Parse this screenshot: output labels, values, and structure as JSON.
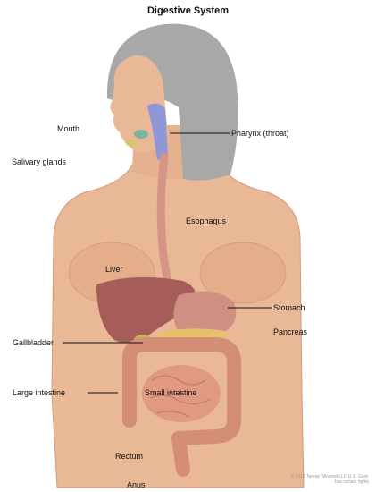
{
  "title": "Digestive System",
  "labels": {
    "mouth": "Mouth",
    "salivary_glands": "Salivary glands",
    "pharynx": "Pharynx (throat)",
    "esophagus": "Esophagus",
    "liver": "Liver",
    "stomach": "Stomach",
    "pancreas": "Pancreas",
    "gallbladder": "Gallbladder",
    "large_intestine": "Large intestine",
    "small_intestine": "Small intestine",
    "rectum": "Rectum",
    "anus": "Anus"
  },
  "credit": "© 2018 Terese Winslow LLC U.S. Govt. has certain rights",
  "colors": {
    "skin": "#e9b896",
    "skin_shadow": "#d59b78",
    "hair": "#a8a8a8",
    "liver": "#a65d5a",
    "stomach": "#cf8f83",
    "intestine": "#e09a84",
    "esophagus": "#d59486",
    "pharynx": "#8f97d8",
    "gland": "#7bb3a0",
    "pancreas": "#e6c06a"
  }
}
